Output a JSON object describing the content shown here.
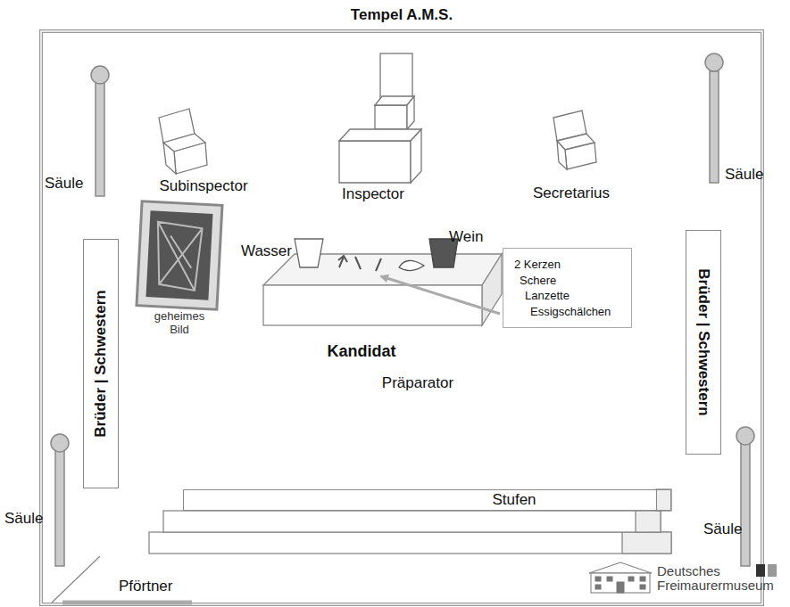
{
  "diagram": {
    "title": "Tempel A.M.S.",
    "nodes": [
      {
        "text": [
          "Brüder | Schwestern"
        ]
      },
      {
        "text": [
          "Brüder | Schwestern"
        ]
      },
      {
        "text": [
          "2 Kerzen",
          "Schere",
          "Lanzette",
          "Essigschälchen"
        ]
      },
      {
        "text": [
          "Stufen"
        ]
      }
    ],
    "labels": [
      "Säule",
      "Säule",
      "Säule",
      "Säule",
      "Subinspector",
      "Inspector",
      "Secretarius",
      "Wasser",
      "Wein",
      "geheimes Bild",
      "Kandidat",
      "Präparator",
      "Pförtner",
      "Deutsches Freimaurermuseum"
    ]
  }
}
